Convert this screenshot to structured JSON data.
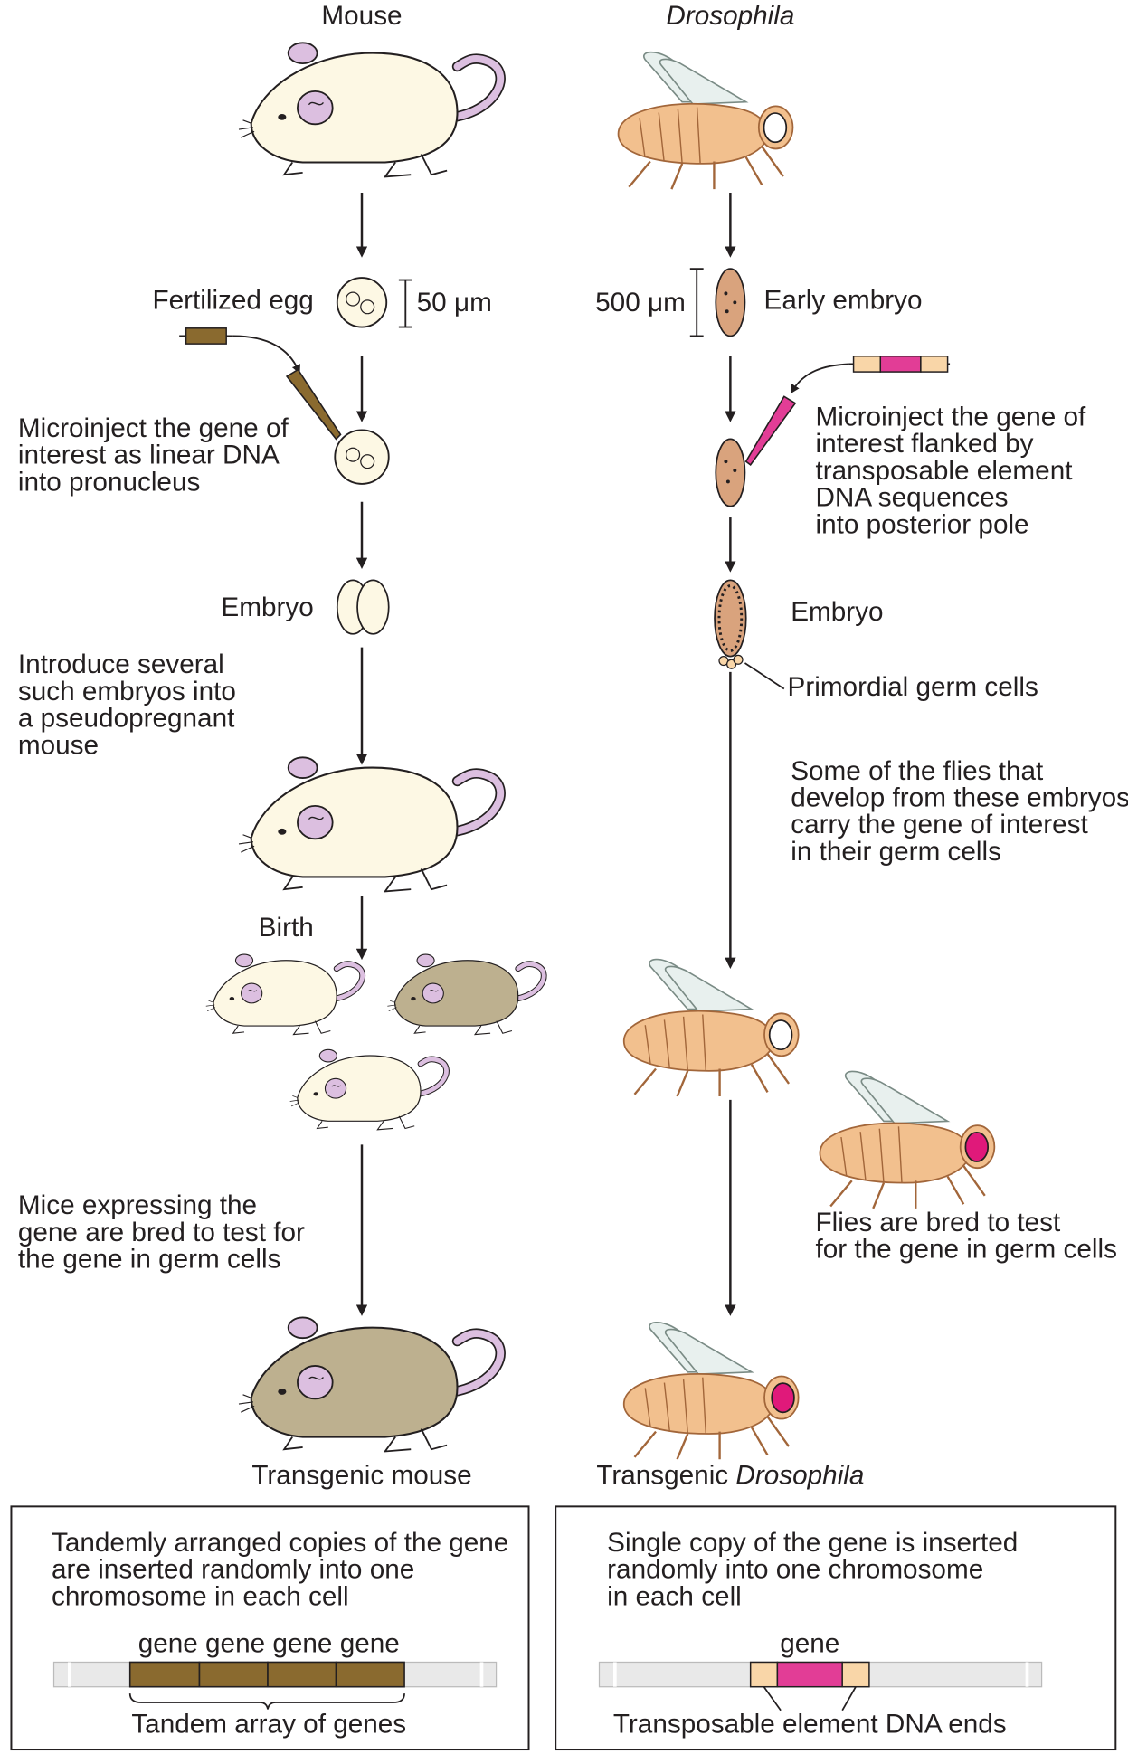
{
  "columns": {
    "mouse_title": "Mouse",
    "fly_title": "Drosophila"
  },
  "mouse": {
    "fertilized_egg": "Fertilized egg",
    "scale_bar": "50 μm",
    "microinject": [
      "Microinject the gene of",
      "interest as linear DNA",
      "into pronucleus"
    ],
    "embryo": "Embryo",
    "introduce": [
      "Introduce several",
      "such embryos into",
      "a pseudopregnant",
      "mouse"
    ],
    "birth": "Birth",
    "mice_expressing": [
      "Mice expressing the",
      "gene are bred to test for",
      "the gene in germ cells"
    ],
    "transgenic": "Transgenic mouse"
  },
  "fly": {
    "scale_bar": "500 μm",
    "early_embryo": "Early embryo",
    "microinject": [
      "Microinject the gene of",
      "interest flanked by",
      "transposable element",
      "DNA sequences",
      "into posterior pole"
    ],
    "embryo": "Embryo",
    "primordial": "Primordial germ cells",
    "some_flies": [
      "Some of the flies that",
      "develop from these embryos",
      "carry the gene of interest",
      "in their germ cells"
    ],
    "flies_bred": [
      "Flies are bred to test",
      "for the gene in germ cells"
    ],
    "transgenic_prefix": "Transgenic ",
    "transgenic_italic": "Drosophila"
  },
  "boxes": {
    "left_text": [
      "Tandemly arranged copies of the gene",
      "are inserted randomly into one",
      "chromosome in each cell"
    ],
    "left_genes": "gene gene gene gene",
    "left_caption": "Tandem array of genes",
    "right_text": [
      "Single copy of the gene is inserted",
      "randomly into one chromosome",
      "in each cell"
    ],
    "right_gene": "gene",
    "right_caption": "Transposable element DNA ends"
  },
  "colors": {
    "mouse_white": "#fdf8e4",
    "mouse_brown": "#bdb08f",
    "mouse_pink": "#dcbfe0",
    "mouse_outline": "#231f20",
    "fly_body": "#f2c08e",
    "fly_eye_red": "#e0197a",
    "embryo_fly": "#d9a37d",
    "gene_brown": "#8a6a2f",
    "gene_magenta": "#e23d96",
    "te_end": "#f9d6a8",
    "chromosome": "#e9e9e9"
  }
}
